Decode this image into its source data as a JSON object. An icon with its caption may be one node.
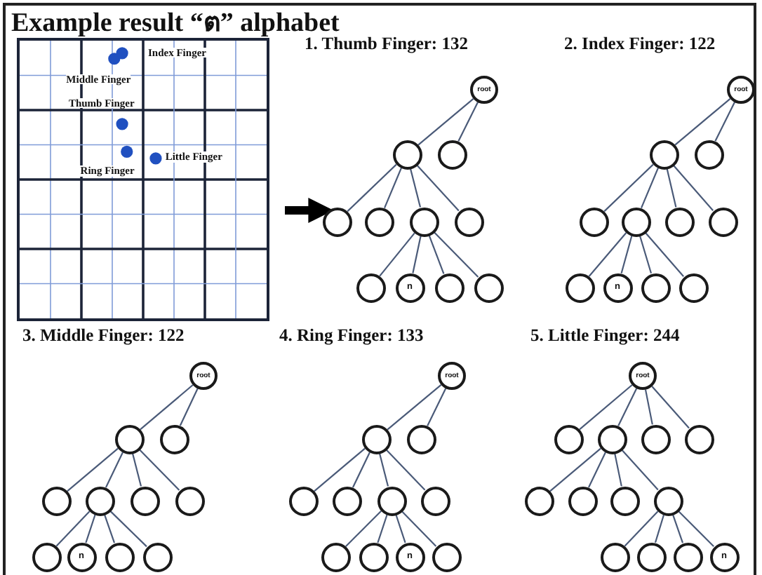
{
  "diagram": {
    "title": "Example result “ต” alphabet",
    "nodes": [
      {
        "text": [
          "Index Finger",
          "Middle Finger",
          "Thumb Finger",
          "Ring Finger",
          "Little Finger"
        ]
      },
      {
        "text": [
          "root"
        ]
      },
      {
        "text": [],
        "shape": "circle"
      },
      {
        "text": [],
        "shape": "circle"
      },
      {
        "text": [],
        "shape": "circle"
      },
      {
        "text": [],
        "shape": "circle"
      },
      {
        "text": [],
        "shape": "circle"
      },
      {
        "text": [],
        "shape": "circle"
      },
      {
        "text": [],
        "shape": "circle"
      },
      {
        "text": [
          "n"
        ]
      },
      {
        "text": [],
        "shape": "circle"
      },
      {
        "text": [],
        "shape": "circle"
      },
      {
        "text": [
          "root"
        ]
      },
      {
        "text": [],
        "shape": "circle"
      },
      {
        "text": [],
        "shape": "circle"
      },
      {
        "text": [],
        "shape": "circle"
      },
      {
        "text": [],
        "shape": "circle"
      },
      {
        "text": [],
        "shape": "circle"
      },
      {
        "text": [],
        "shape": "circle"
      },
      {
        "text": [],
        "shape": "circle"
      },
      {
        "text": [
          "n"
        ]
      },
      {
        "text": [],
        "shape": "circle"
      },
      {
        "text": [],
        "shape": "circle"
      },
      {
        "text": [
          "root"
        ]
      },
      {
        "text": [],
        "shape": "circle"
      },
      {
        "text": [],
        "shape": "circle"
      },
      {
        "text": [],
        "shape": "circle"
      },
      {
        "text": [],
        "shape": "circle"
      },
      {
        "text": [],
        "shape": "circle"
      },
      {
        "text": [],
        "shape": "circle"
      },
      {
        "text": [],
        "shape": "circle"
      },
      {
        "text": [
          "n"
        ]
      },
      {
        "text": [],
        "shape": "circle"
      },
      {
        "text": [],
        "shape": "circle"
      },
      {
        "text": [
          "root"
        ]
      },
      {
        "text": [],
        "shape": "circle"
      },
      {
        "text": [],
        "shape": "circle"
      },
      {
        "text": [],
        "shape": "circle"
      },
      {
        "text": [],
        "shape": "circle"
      },
      {
        "text": [],
        "shape": "circle"
      },
      {
        "text": [],
        "shape": "circle"
      },
      {
        "text": [],
        "shape": "circle"
      },
      {
        "text": [],
        "shape": "circle"
      },
      {
        "text": [
          "n"
        ]
      },
      {
        "text": [],
        "shape": "circle"
      },
      {
        "text": [
          "root"
        ]
      },
      {
        "text": [],
        "shape": "circle"
      },
      {
        "text": [],
        "shape": "circle"
      },
      {
        "text": [],
        "shape": "circle"
      },
      {
        "text": [],
        "shape": "circle"
      },
      {
        "text": [],
        "shape": "circle"
      },
      {
        "text": [],
        "shape": "circle"
      },
      {
        "text": [],
        "shape": "circle"
      },
      {
        "text": [],
        "shape": "circle"
      },
      {
        "text": [],
        "shape": "circle"
      },
      {
        "text": [],
        "shape": "circle"
      },
      {
        "text": [],
        "shape": "circle"
      },
      {
        "text": [
          "n"
        ]
      }
    ],
    "edges": [
      {
        "from": 0,
        "to": 4,
        "arrow": "to",
        "style": "thick",
        "color": "#000000"
      },
      {
        "from": 1,
        "to": 2,
        "arrow": "none"
      },
      {
        "from": 1,
        "to": 3,
        "arrow": "none"
      },
      {
        "from": 2,
        "to": 4,
        "arrow": "none"
      },
      {
        "from": 2,
        "to": 5,
        "arrow": "none"
      },
      {
        "from": 2,
        "to": 6,
        "arrow": "none"
      },
      {
        "from": 2,
        "to": 7,
        "arrow": "none"
      },
      {
        "from": 6,
        "to": 8,
        "arrow": "none"
      },
      {
        "from": 6,
        "to": 9,
        "arrow": "none"
      },
      {
        "from": 6,
        "to": 10,
        "arrow": "none"
      },
      {
        "from": 6,
        "to": 11,
        "arrow": "none"
      },
      {
        "from": 12,
        "to": 13,
        "arrow": "none"
      },
      {
        "from": 12,
        "to": 14,
        "arrow": "none"
      },
      {
        "from": 13,
        "to": 15,
        "arrow": "none"
      },
      {
        "from": 13,
        "to": 16,
        "arrow": "none"
      },
      {
        "from": 13,
        "to": 17,
        "arrow": "none"
      },
      {
        "from": 13,
        "to": 18,
        "arrow": "none"
      },
      {
        "from": 16,
        "to": 19,
        "arrow": "none"
      },
      {
        "from": 16,
        "to": 20,
        "arrow": "none"
      },
      {
        "from": 16,
        "to": 21,
        "arrow": "none"
      },
      {
        "from": 16,
        "to": 22,
        "arrow": "none"
      },
      {
        "from": 23,
        "to": 24,
        "arrow": "none"
      },
      {
        "from": 23,
        "to": 25,
        "arrow": "none"
      },
      {
        "from": 24,
        "to": 26,
        "arrow": "none"
      },
      {
        "from": 24,
        "to": 27,
        "arrow": "none"
      },
      {
        "from": 24,
        "to": 28,
        "arrow": "none"
      },
      {
        "from": 24,
        "to": 29,
        "arrow": "none"
      },
      {
        "from": 27,
        "to": 30,
        "arrow": "none"
      },
      {
        "from": 27,
        "to": 31,
        "arrow": "none"
      },
      {
        "from": 27,
        "to": 32,
        "arrow": "none"
      },
      {
        "from": 27,
        "to": 33,
        "arrow": "none"
      },
      {
        "from": 34,
        "to": 35,
        "arrow": "none"
      },
      {
        "from": 34,
        "to": 36,
        "arrow": "none"
      },
      {
        "from": 35,
        "to": 37,
        "arrow": "none"
      },
      {
        "from": 35,
        "to": 38,
        "arrow": "none"
      },
      {
        "from": 35,
        "to": 39,
        "arrow": "none"
      },
      {
        "from": 35,
        "to": 40,
        "arrow": "none"
      },
      {
        "from": 39,
        "to": 41,
        "arrow": "none"
      },
      {
        "from": 39,
        "to": 42,
        "arrow": "none"
      },
      {
        "from": 39,
        "to": 43,
        "arrow": "none"
      },
      {
        "from": 39,
        "to": 44,
        "arrow": "none"
      },
      {
        "from": 45,
        "to": 46,
        "arrow": "none"
      },
      {
        "from": 45,
        "to": 47,
        "arrow": "none"
      },
      {
        "from": 45,
        "to": 48,
        "arrow": "none"
      },
      {
        "from": 45,
        "to": 49,
        "arrow": "none"
      },
      {
        "from": 47,
        "to": 50,
        "arrow": "none"
      },
      {
        "from": 47,
        "to": 51,
        "arrow": "none"
      },
      {
        "from": 47,
        "to": 52,
        "arrow": "none"
      },
      {
        "from": 47,
        "to": 53,
        "arrow": "none"
      },
      {
        "from": 53,
        "to": 54,
        "arrow": "none"
      },
      {
        "from": 53,
        "to": 55,
        "arrow": "none"
      },
      {
        "from": 53,
        "to": 56,
        "arrow": "none"
      },
      {
        "from": 53,
        "to": 57,
        "arrow": "none"
      }
    ],
    "labels": [
      "1. Thumb Finger: 132",
      "2. Index Finger: 122",
      "3. Middle Finger: 122",
      "4. Ring Finger: 133",
      "5. Little Finger: 244"
    ]
  }
}
